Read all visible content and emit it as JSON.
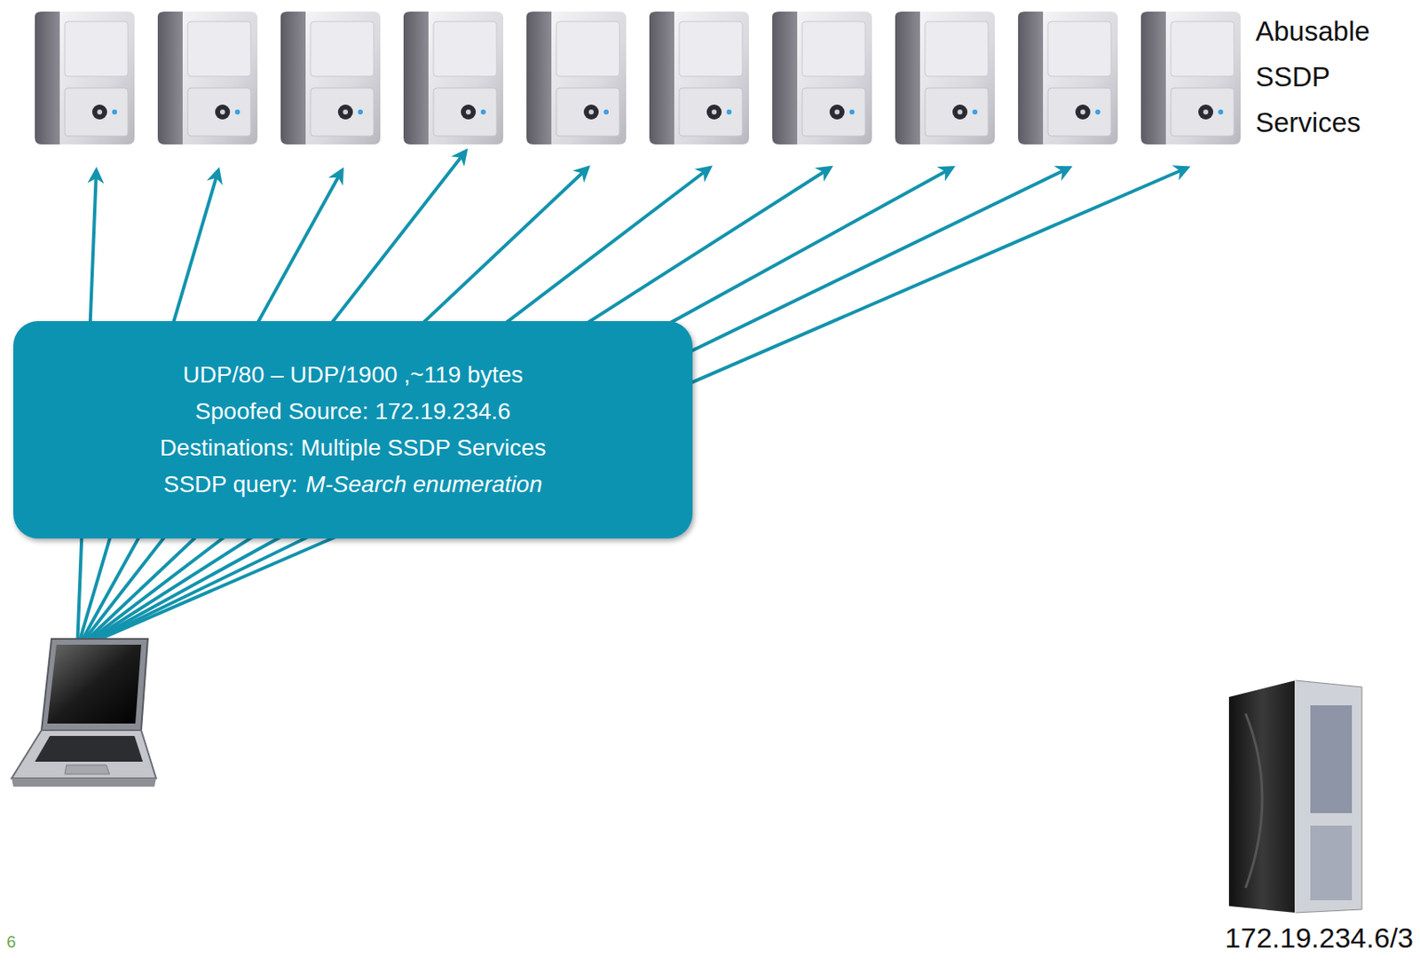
{
  "diagram": {
    "nodes": [
      {
        "text": [
          "UDP/80 – UDP/1900 ,~119 bytes",
          "Spoofed Source: 172.19.234.6",
          "Destinations: Multiple SSDP Services",
          "SSDP query:",
          "M-Search enumeration"
        ]
      }
    ],
    "labels": [
      "Abusable SSDP Services",
      "172.19.234.6/3",
      "6"
    ]
  }
}
